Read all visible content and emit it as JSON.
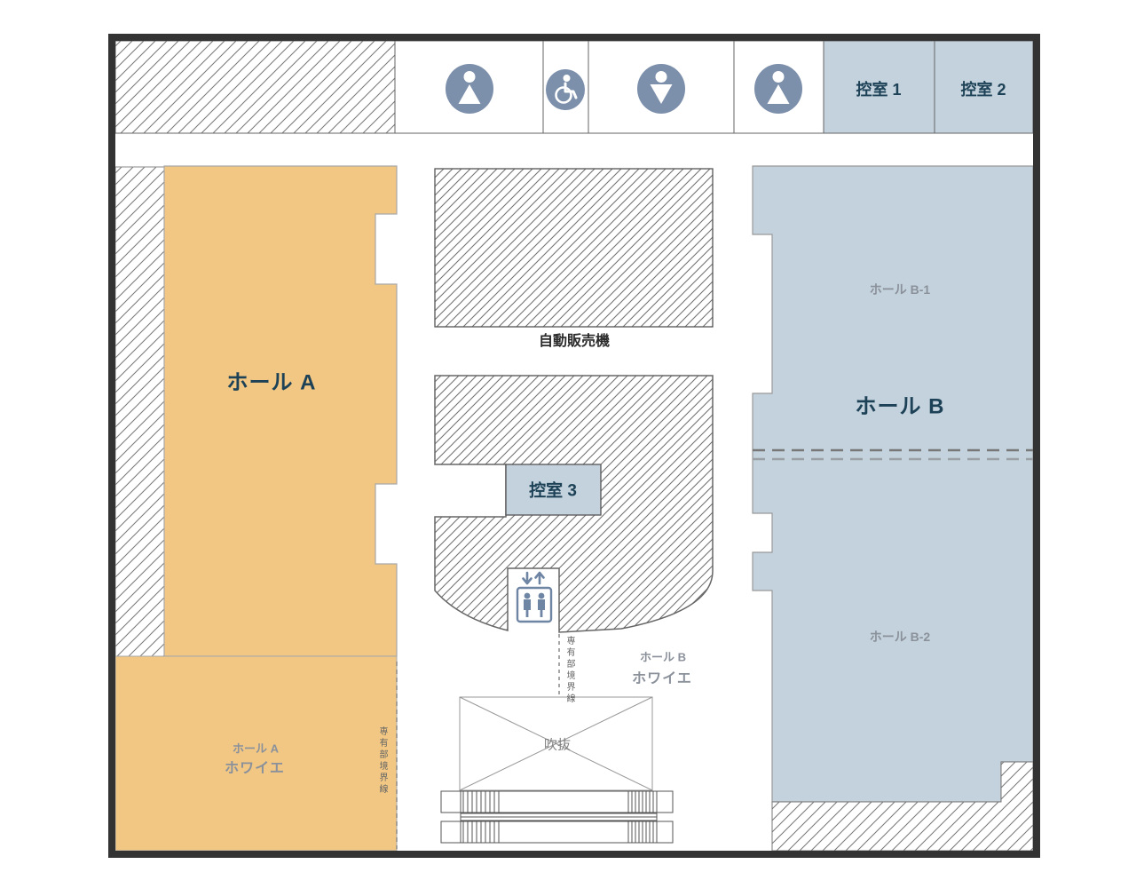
{
  "top_bar": {
    "facility_icons": [
      "restroom-person",
      "wheelchair-accessible",
      "restroom-person-alt",
      "restroom-person"
    ],
    "waiting_room_1": "控室 1",
    "waiting_room_2": "控室 2"
  },
  "hall_a": {
    "label": "ホール A",
    "foyer_line1": "ホール A",
    "foyer_line2": "ホワイエ",
    "boundary_label": "専有部境界線"
  },
  "hall_b": {
    "label": "ホール B",
    "zone_1": "ホール B-1",
    "zone_2": "ホール B-2",
    "foyer_line1": "ホール B",
    "foyer_line2": "ホワイエ"
  },
  "center": {
    "vending_machine": "自動販売機",
    "waiting_room_3": "控室 3",
    "atrium": "吹抜",
    "boundary_label": "専有部境界線"
  },
  "colors": {
    "hall_a_fill": "#f1c783",
    "hall_b_fill": "#c3d2dc",
    "icon_slate": "#7c8fab",
    "navy_text": "#1d4156",
    "gray_text": "#8b919b",
    "wall": "#333333"
  }
}
